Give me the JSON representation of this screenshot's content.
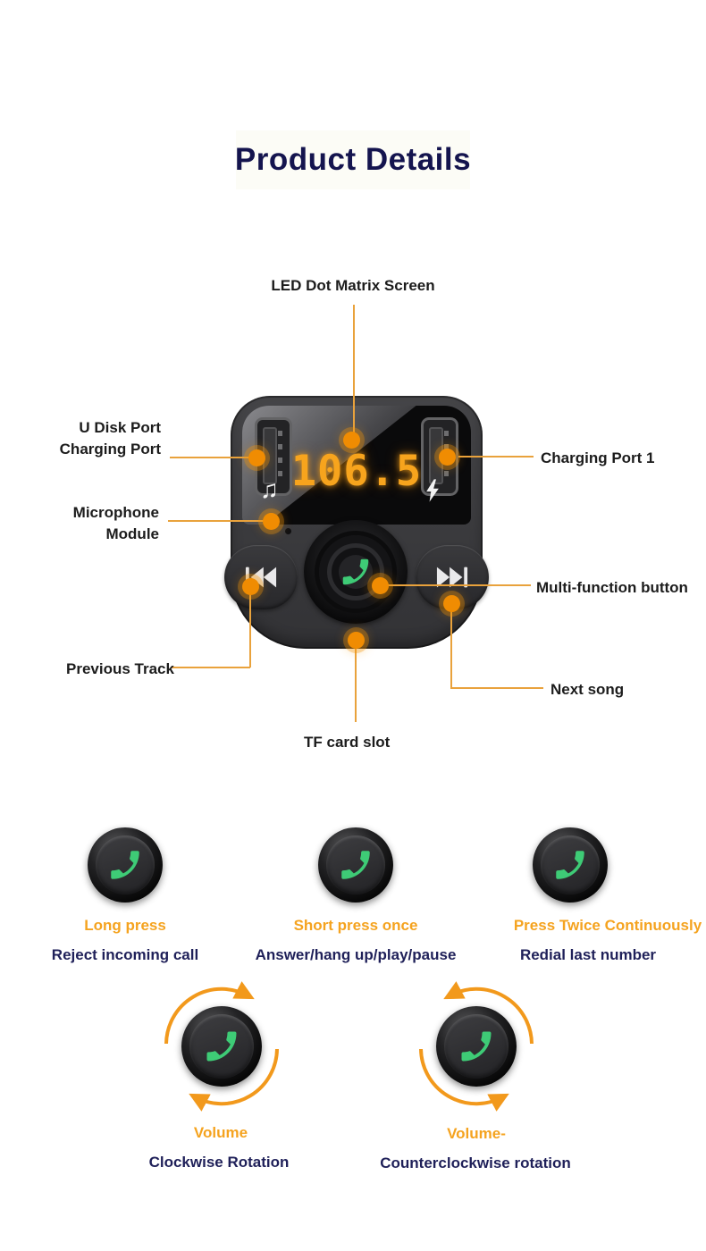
{
  "title": "Product Details",
  "device": {
    "display": "106.5"
  },
  "icons": {
    "music_note": "♫"
  },
  "callouts": {
    "led": {
      "label": "LED Dot Matrix Screen"
    },
    "u_disk": {
      "line1": "U Disk Port",
      "line2": "Charging Port"
    },
    "microphone": {
      "line1": "Microphone",
      "line2": "Module"
    },
    "charging_port_1": {
      "label": "Charging Port 1"
    },
    "multi_function": {
      "label": "Multi-function button"
    },
    "next_song": {
      "label": "Next song"
    },
    "previous_track": {
      "label": "Previous Track"
    },
    "tf_card": {
      "label": "TF card slot"
    }
  },
  "button_guide": [
    {
      "action": "Long press",
      "result": "Reject incoming call"
    },
    {
      "action": "Short press once",
      "result": "Answer/hang up/play/pause"
    },
    {
      "action": "Press Twice Continuously",
      "result": "Redial last number"
    }
  ],
  "rotation_guide": [
    {
      "action": "Volume",
      "result": "Clockwise Rotation",
      "direction": "clockwise"
    },
    {
      "action": "Volume-",
      "result": "Counterclockwise rotation",
      "direction": "counterclockwise"
    }
  ],
  "colors": {
    "accent_orange": "#F5A31F",
    "line_orange": "#E9A23C",
    "navy": "#1F2059",
    "led_orange": "#F7A41D",
    "phone_green": "#3ECB76"
  }
}
